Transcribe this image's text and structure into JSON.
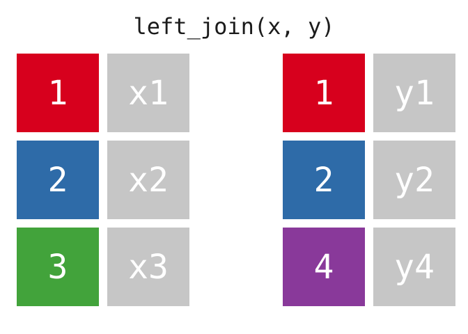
{
  "title": "left_join(x, y)",
  "colors": {
    "red": "#D7001D",
    "blue": "#2E6BA8",
    "green": "#42A33B",
    "purple": "#89399A",
    "gray": "#C6C6C6",
    "cell_text": "#FFFFFF",
    "title_text": "#1B1B1B",
    "background": "#FFFFFF"
  },
  "tables": {
    "x": {
      "name": "x",
      "rows": [
        {
          "key": "1",
          "key_color": "red",
          "value": "x1"
        },
        {
          "key": "2",
          "key_color": "blue",
          "value": "x2"
        },
        {
          "key": "3",
          "key_color": "green",
          "value": "x3"
        }
      ]
    },
    "y": {
      "name": "y",
      "rows": [
        {
          "key": "1",
          "key_color": "red",
          "value": "y1"
        },
        {
          "key": "2",
          "key_color": "blue",
          "value": "y2"
        },
        {
          "key": "4",
          "key_color": "purple",
          "value": "y4"
        }
      ]
    }
  }
}
